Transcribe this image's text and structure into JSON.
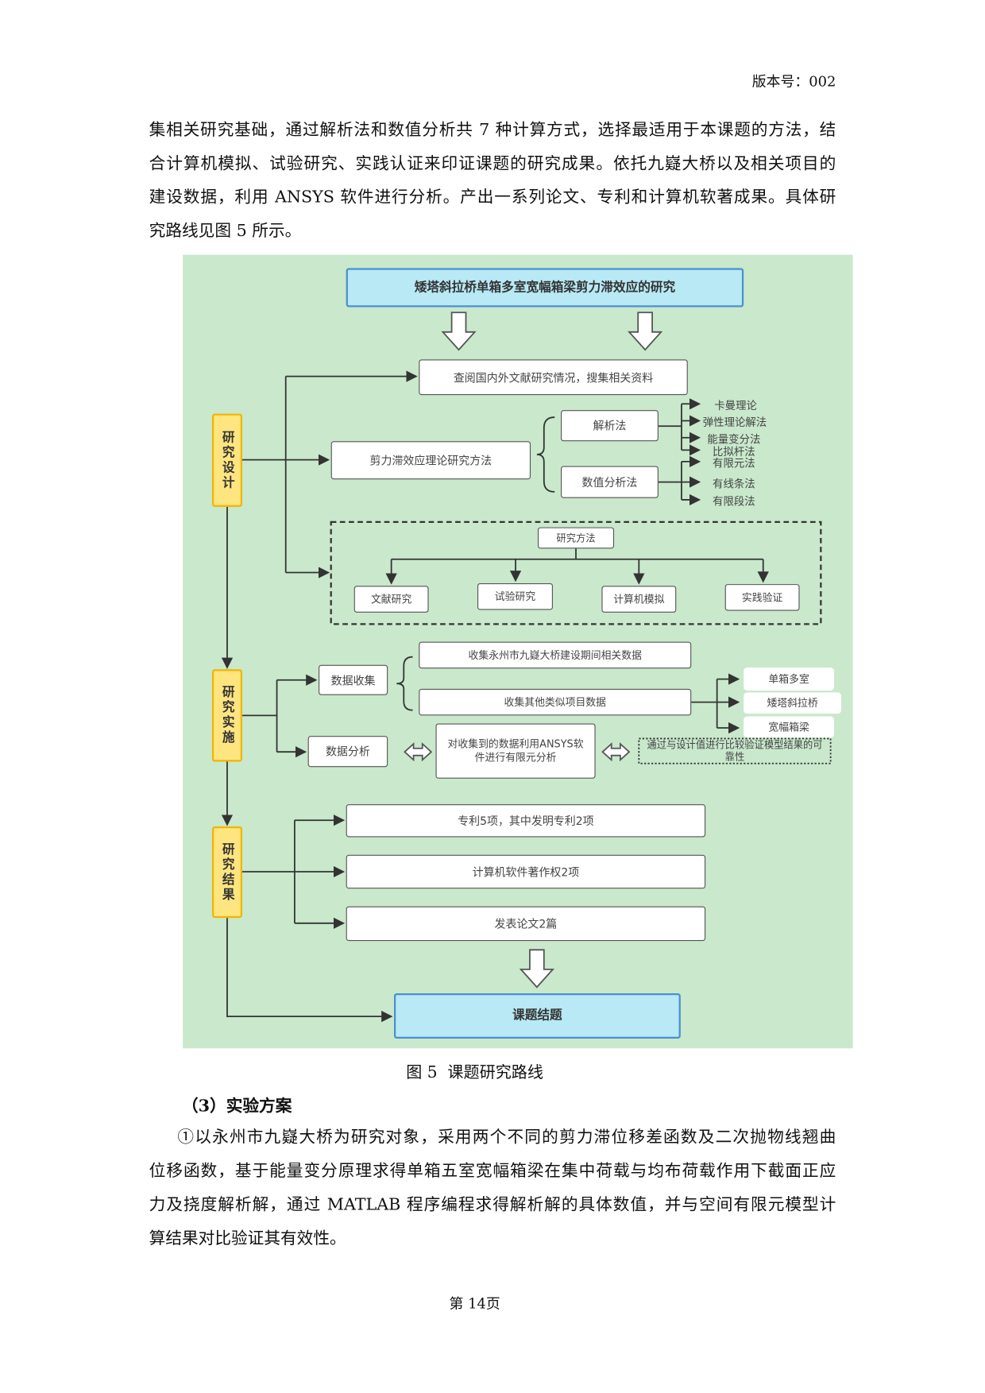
{
  "header": {
    "version": "版本号：002"
  },
  "intro_lines": [
    "集相关研究基础，通过解析法和数值分析共 7 种计算方式，选择最适用于本课题的方法，结",
    "合计算机模拟、试验研究、实践认证来印证课题的研究成果。依托九嶷大桥以及相关项目的",
    "建设数据，利用 ANSYS 软件进行分析。产出一系列论文、专利和计算机软著成果。具体研",
    "究路线见图 5 所示。"
  ],
  "diagram": {
    "title": "矮塔斜拉桥单箱多室宽幅箱梁剪力滞效应的研究",
    "stages": [
      "研究设计",
      "研究实施",
      "研究结果"
    ],
    "literature": "查阅国内外文献研究情况，搜集相关资料",
    "theory": "剪力滞效应理论研究方法",
    "analytic": "解析法",
    "numeric": "数值分析法",
    "analytic_methods": [
      "卡曼理论",
      "弹性理论解法",
      "能量变分法",
      "比拟杆法"
    ],
    "numeric_methods": [
      "有限元法",
      "有线条法",
      "有限段法"
    ],
    "research_methods": "研究方法",
    "methods": [
      "文献研究",
      "试验研究",
      "计算机模拟",
      "实践验证"
    ],
    "data_collect": "数据收集",
    "collect1": "收集永州市九嶷大桥建设期间相关数据",
    "collect2": "收集其他类似项目数据",
    "types": [
      "单箱多室",
      "矮塔斜拉桥",
      "宽幅箱梁"
    ],
    "data_analysis": "数据分析",
    "ansys": "对收集到的数据利用ANSYS软件进行有限元分析",
    "verify": "通过与设计值进行比较验证模型结果的可靠性",
    "results": [
      "专利5项，其中发明专利2项",
      "计算机软件著作权2项",
      "发表论文2篇"
    ],
    "conclusion": "课题结题"
  },
  "caption": "图 5  课题研究路线",
  "section_title": "（3）实验方案",
  "body_lines": [
    "①以永州市九嶷大桥为研究对象，采用两个不同的剪力滞位移差函数及二次抛物线翘曲",
    "位移函数，基于能量变分原理求得单箱五室宽幅箱梁在集中荷载与均布荷载作用下截面正应",
    "力及挠度解析解，通过 MATLAB 程序编程求得解析解的具体数值，并与空间有限元模型计",
    "算结果对比验证其有效性。"
  ],
  "footer": {
    "page": "第 14页"
  }
}
